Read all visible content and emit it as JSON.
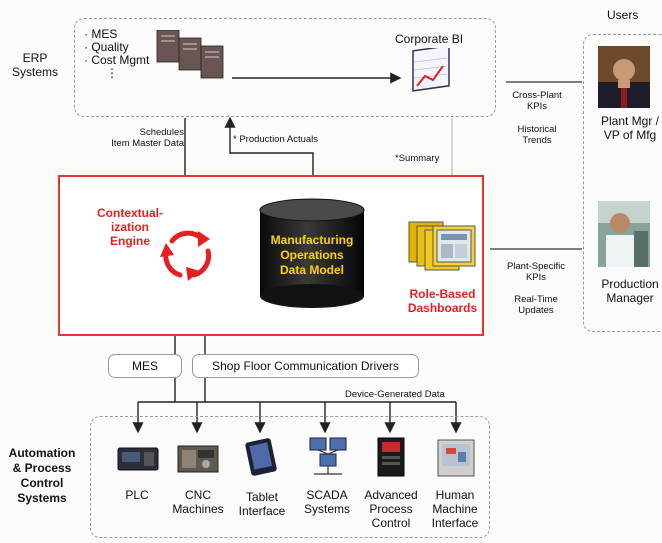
{
  "erp": {
    "label_line1": "ERP",
    "label_line2": "Systems",
    "items": [
      "· MES",
      "· Quality",
      "· Cost Mgmt",
      "⋮"
    ],
    "corporate_bi": "Corporate BI"
  },
  "users": {
    "title": "Users",
    "plant_mgr_line1": "Plant Mgr /",
    "plant_mgr_line2": "VP of Mfg",
    "prod_mgr_line1": "Production",
    "prod_mgr_line2": "Manager"
  },
  "flows": {
    "schedules": "Schedules",
    "item_master": "Item Master Data",
    "production_actuals": "* Production Actuals",
    "summary": "*Summary",
    "cross_plant_1": "Cross-Plant",
    "cross_plant_2": "KPIs",
    "historical_1": "Historical",
    "historical_2": "Trends",
    "plant_specific_1": "Plant-Specific",
    "plant_specific_2": "KPIs",
    "realtime_1": "Real-Time",
    "realtime_2": "Updates",
    "device_generated": "Device-Generated Data"
  },
  "engine": {
    "line1": "Contextual-",
    "line2": "ization",
    "line3": "Engine"
  },
  "data_model": {
    "line1": "Manufacturing",
    "line2": "Operations",
    "line3": "Data Model"
  },
  "dashboards": {
    "line1": "Role-Based",
    "line2": "Dashboards"
  },
  "drivers": {
    "mes": "MES",
    "shop_floor": "Shop Floor Communication Drivers"
  },
  "automation": {
    "label_line1": "Automation",
    "label_line2": "& Process",
    "label_line3": "Control",
    "label_line4": "Systems",
    "devices": [
      {
        "line1": "PLC",
        "line2": "",
        "line3": ""
      },
      {
        "line1": "CNC",
        "line2": "Machines",
        "line3": ""
      },
      {
        "line1": "Tablet",
        "line2": "Interface",
        "line3": ""
      },
      {
        "line1": "SCADA",
        "line2": "Systems",
        "line3": ""
      },
      {
        "line1": "Advanced",
        "line2": "Process",
        "line3": "Control"
      },
      {
        "line1": "Human",
        "line2": "Machine",
        "line3": "Interface"
      }
    ]
  },
  "colors": {
    "accent_red": "#e62020",
    "frame_red": "#e8332f",
    "dash_gray": "#9a9a9a",
    "label_gold": "#ffd200"
  }
}
